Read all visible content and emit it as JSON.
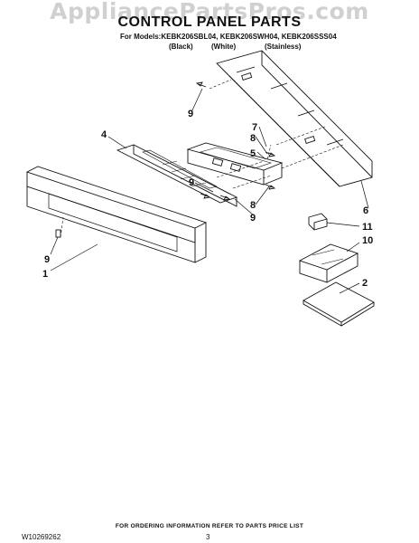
{
  "watermark": "AppliancePartsPros.com",
  "title": "CONTROL PANEL PARTS",
  "models_line": "For Models:KEBK206SBL04, KEBK206SWH04, KEBK206SSS04",
  "variants": [
    "(Black)",
    "(White)",
    "(Stainless)"
  ],
  "callouts": [
    "9",
    "7",
    "8",
    "5",
    "4",
    "9",
    "8",
    "9",
    "6",
    "9",
    "1",
    "11",
    "10",
    "2"
  ],
  "footer_note": "FOR ORDERING INFORMATION REFER TO PARTS PRICE LIST",
  "document_number": "W10269262",
  "page_number": "3"
}
